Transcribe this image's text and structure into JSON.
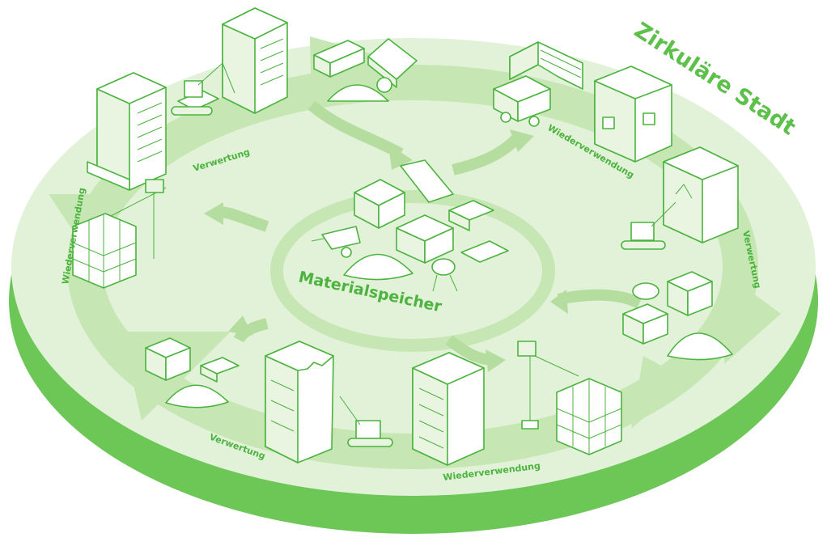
{
  "title": "Zirkuläre Stadt",
  "center_label": "Materialspeicher",
  "cycle_labels": {
    "left_outer": "Wiederverwendung",
    "top_left": "Verwertung",
    "top_right": "Wiederverwendung",
    "right": "Verwertung",
    "bottom_right": "Wiederverwendung",
    "bottom_left": "Verwertung"
  },
  "colors": {
    "disc_top": "#e2f2d8",
    "disc_side": "#6cc757",
    "ring": "#c6e6b3",
    "arrow": "#b5dd9f",
    "line": "#4bb33e",
    "text": "#4bb33e"
  },
  "icons": [
    "office-tower-icon",
    "demolition-excavator-icon",
    "material-pallets-icon",
    "masonry-wall-icon",
    "dump-truck-icon",
    "house-icon",
    "damaged-house-icon",
    "excavator-icon",
    "recycled-material-heap-icon",
    "crane-icon",
    "building-frame-icon",
    "new-building-icon",
    "demolished-building-icon",
    "timber-stack-icon",
    "wheelbarrow-icon",
    "cement-mixer-icon",
    "sand-heap-icon"
  ]
}
